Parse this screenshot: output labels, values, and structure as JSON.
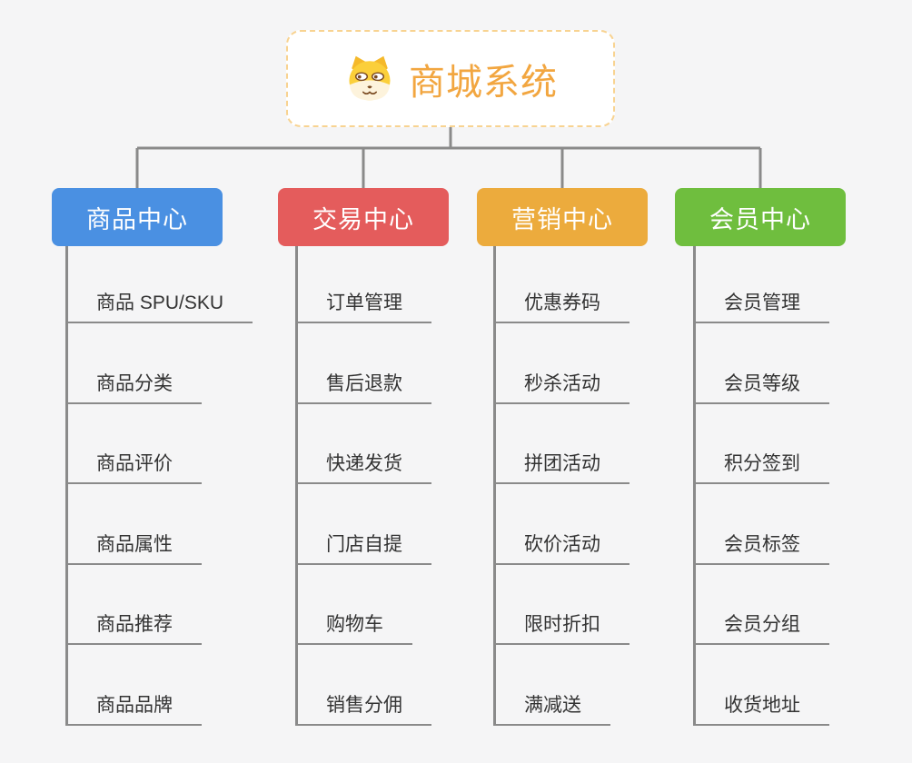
{
  "colors": {
    "background": "#F5F5F6",
    "connector": "#8A8A8A",
    "root_accent": "#F2A640",
    "root_border": "#F8D391"
  },
  "root": {
    "title": "商城系统",
    "icon": "dog-face-icon"
  },
  "branches": [
    {
      "label": "商品中心",
      "color": "#4A90E2",
      "children": [
        "商品 SPU/SKU",
        "商品分类",
        "商品评价",
        "商品属性",
        "商品推荐",
        "商品品牌"
      ]
    },
    {
      "label": "交易中心",
      "color": "#E45C5C",
      "children": [
        "订单管理",
        "售后退款",
        "快递发货",
        "门店自提",
        "购物车",
        "销售分佣"
      ]
    },
    {
      "label": "营销中心",
      "color": "#ECAB3D",
      "children": [
        "优惠券码",
        "秒杀活动",
        "拼团活动",
        "砍价活动",
        "限时折扣",
        "满减送"
      ]
    },
    {
      "label": "会员中心",
      "color": "#6FBE3E",
      "children": [
        "会员管理",
        "会员等级",
        "积分签到",
        "会员标签",
        "会员分组",
        "收货地址"
      ]
    }
  ]
}
